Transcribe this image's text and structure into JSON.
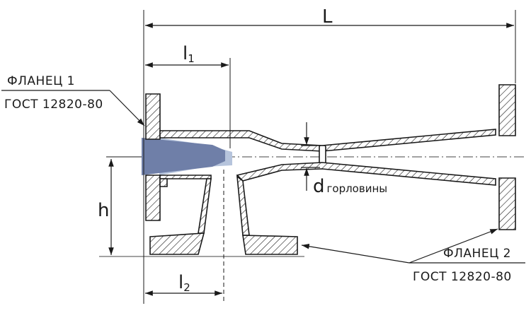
{
  "dimensions": {
    "L": "L",
    "l1": {
      "main": "l",
      "sub": "1"
    },
    "l2": {
      "main": "l",
      "sub": "2"
    },
    "h": "h",
    "d": {
      "main": "d",
      "sub": "горловины"
    }
  },
  "callouts": {
    "flange1": {
      "line1": "ФЛАНЕЦ 1",
      "line2": "ГОСТ 12820-80"
    },
    "flange2": {
      "line1": "ФЛАНЕЦ 2",
      "line2": "ГОСТ 12820-80"
    }
  },
  "colors": {
    "line": "#1a1a1a",
    "hatch": "#1a1a1a",
    "nozzle_dark": "#6f7fa8",
    "nozzle_light": "#b6c4dc",
    "background": "#ffffff"
  }
}
